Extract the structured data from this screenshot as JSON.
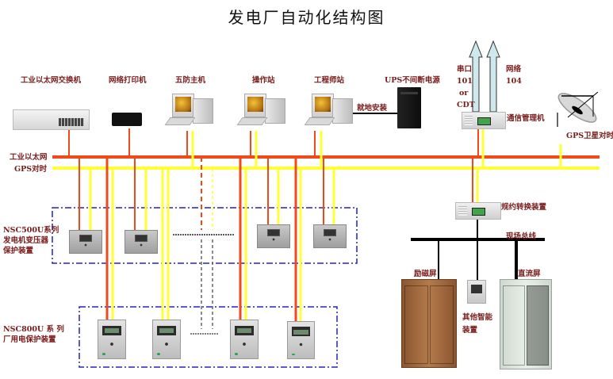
{
  "title": "发电厂自动化结构图",
  "colors": {
    "ethernet": "#f04a1a",
    "gps": "#ffff33",
    "fieldbus": "#000000",
    "group_box": "#2222cc",
    "label": "#7a1b1b",
    "arrow_fill": "#cfe8ec"
  },
  "buses": {
    "ethernet_label": "工业以太网",
    "gps_label": "GPS对时",
    "fieldbus_label": "现场总线"
  },
  "top_devices": [
    {
      "id": "switch",
      "label": "工业以太网交换机",
      "icon": "network-switch-icon"
    },
    {
      "id": "printer",
      "label": "网络打印机",
      "icon": "printer-icon"
    },
    {
      "id": "wufang",
      "label": "五防主机",
      "icon": "computer-icon"
    },
    {
      "id": "operator",
      "label": "操作站",
      "icon": "computer-icon"
    },
    {
      "id": "engineer",
      "label": "工程师站",
      "icon": "computer-icon"
    },
    {
      "id": "ups",
      "label": "UPS不间断电源",
      "icon": "ups-icon"
    }
  ],
  "local_install_label": "就地安装",
  "comm_manager": {
    "label": "通信管理机",
    "serial_label": [
      "串口",
      "101",
      "or",
      "CDT"
    ],
    "network_label": [
      "网络",
      "104"
    ]
  },
  "gps_satellite": {
    "label": "GPS卫星对时",
    "icon": "satellite-dish-icon"
  },
  "protocol_converter": {
    "label": "规约转换装置"
  },
  "groups": [
    {
      "id": "nsc500u",
      "label": [
        "NSC500U系列",
        "发电机变压器",
        "保护装置"
      ],
      "device_count_shown": 4,
      "ellipsis": "......"
    },
    {
      "id": "nsc800u",
      "label": [
        "NSC800U 系 列",
        "厂用电保护装置"
      ],
      "device_count_shown": 4,
      "ellipsis": "......"
    }
  ],
  "field_devices": [
    {
      "id": "excitation",
      "label": "励磁屏"
    },
    {
      "id": "other_smart",
      "label": [
        "其他智能",
        "装置"
      ]
    },
    {
      "id": "dc_panel",
      "label": "直流屏"
    }
  ]
}
